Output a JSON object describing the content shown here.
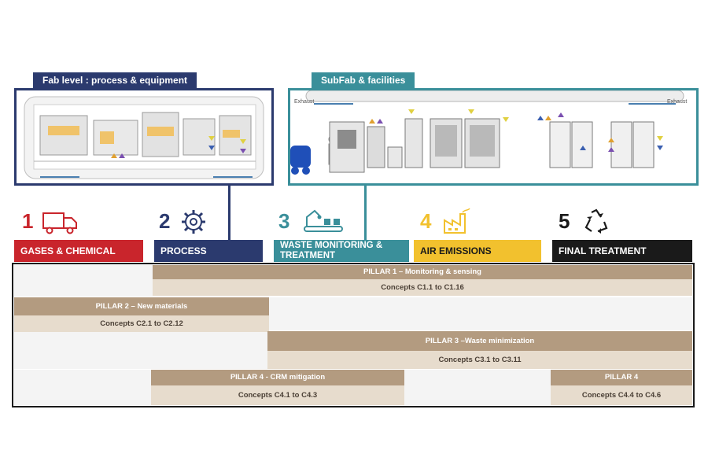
{
  "panels": {
    "fab": {
      "title": "Fab level : process & equipment",
      "color": "#2b3a6e"
    },
    "subfab": {
      "title": "SubFab & facilities",
      "color": "#3a8f9a",
      "exhaust_left": "Exhaust",
      "exhaust_right": "Exhaust"
    }
  },
  "categories": [
    {
      "number": "1",
      "label": "GASES & CHEMICAL",
      "icon": "truck-icon",
      "color": "#c9252c"
    },
    {
      "number": "2",
      "label": "PROCESS",
      "icon": "gear-icon",
      "color": "#2b3a6e"
    },
    {
      "number": "3",
      "label": "WASTE MONITORING & TREATMENT",
      "icon": "conveyor-icon",
      "color": "#3a8f9a"
    },
    {
      "number": "4",
      "label": "AIR EMISSIONS",
      "icon": "factory-icon",
      "color": "#f2c12e"
    },
    {
      "number": "5",
      "label": "FINAL TREATMENT",
      "icon": "recycle-icon",
      "color": "#1a1a1a"
    }
  ],
  "pillars": [
    {
      "title": "PILLAR 1 – Monitoring  & sensing",
      "concepts": "Concepts C1.1 to C1.16"
    },
    {
      "title": "PILLAR 2 – New materials",
      "concepts": "Concepts C2.1 to C2.12"
    },
    {
      "title": "PILLAR 3 –Waste minimization",
      "concepts": "Concepts C3.1 to C3.11"
    },
    {
      "title": "PILLAR 4 - CRM mitigation",
      "concepts": "Concepts C4.1 to C4.3"
    },
    {
      "title": "PILLAR 4",
      "concepts": "Concepts C4.4 to C4.6"
    }
  ]
}
